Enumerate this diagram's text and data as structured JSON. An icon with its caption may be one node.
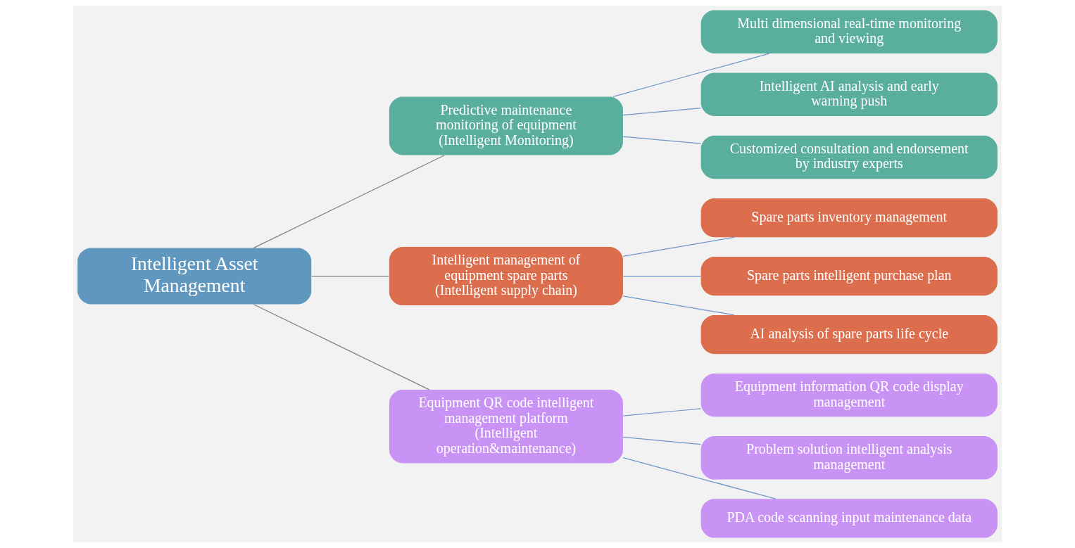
{
  "diagram": {
    "nodes": [
      {
        "text": [
          "Intelligent Asset Management"
        ]
      },
      {
        "text": [
          "Predictive maintenance monitoring of equipment (Intelligent Monitoring)"
        ]
      },
      {
        "text": [
          "Multi dimensional real-time monitoring and viewing"
        ]
      },
      {
        "text": [
          "Intelligent AI analysis and early warning push"
        ]
      },
      {
        "text": [
          "Customized consultation and endorsement by industry experts"
        ]
      },
      {
        "text": [
          "Intelligent management of equipment spare parts (Intelligent supply chain)"
        ]
      },
      {
        "text": [
          "Spare parts inventory management"
        ]
      },
      {
        "text": [
          "Spare parts intelligent purchase plan"
        ]
      },
      {
        "text": [
          "AI analysis of spare parts life cycle"
        ]
      },
      {
        "text": [
          "Equipment QR code intelligent management platform (Intelligent operation&maintenance)"
        ]
      },
      {
        "text": [
          "Equipment information QR code display management"
        ]
      },
      {
        "text": [
          "Problem solution intelligent analysis management"
        ]
      },
      {
        "text": [
          "PDA code scanning input maintenance data"
        ]
      }
    ],
    "edges": [
      {
        "from": 0,
        "to": 1,
        "arrow": "none",
        "color": "#808080"
      },
      {
        "from": 1,
        "to": 2,
        "arrow": "none"
      },
      {
        "from": 1,
        "to": 3,
        "arrow": "none"
      },
      {
        "from": 1,
        "to": 4,
        "arrow": "none"
      },
      {
        "from": 0,
        "to": 5,
        "arrow": "none",
        "color": "#808080"
      },
      {
        "from": 5,
        "to": 6,
        "arrow": "none"
      },
      {
        "from": 5,
        "to": 7,
        "arrow": "none"
      },
      {
        "from": 5,
        "to": 8,
        "arrow": "none"
      },
      {
        "from": 0,
        "to": 9,
        "arrow": "none",
        "color": "#808080"
      },
      {
        "from": 9,
        "to": 10,
        "arrow": "none"
      },
      {
        "from": 9,
        "to": 11,
        "arrow": "none"
      },
      {
        "from": 9,
        "to": 12,
        "arrow": "none"
      }
    ]
  }
}
